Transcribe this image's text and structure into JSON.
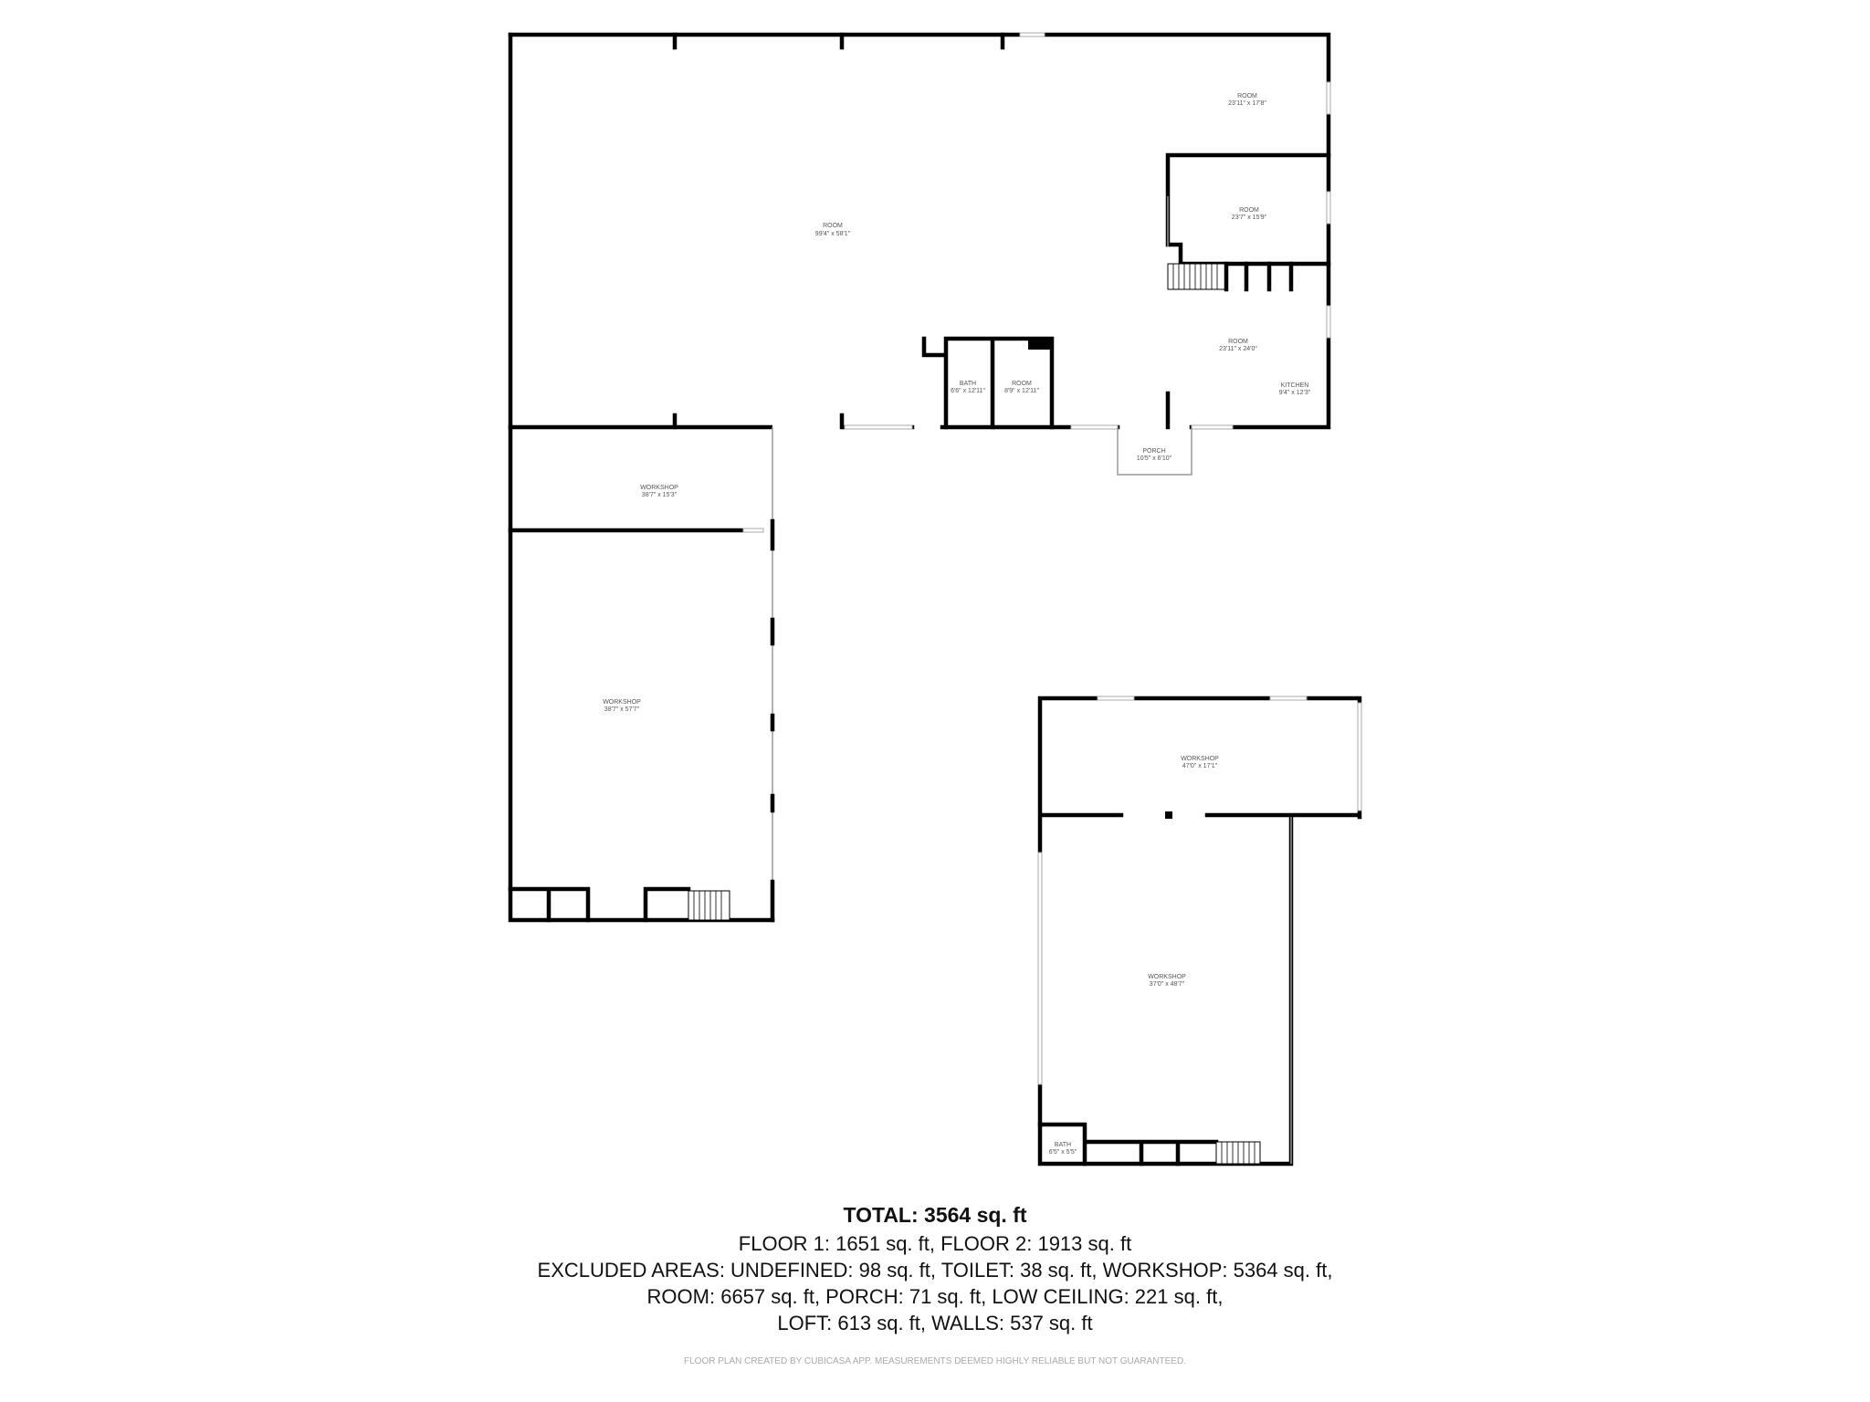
{
  "rooms": [
    {
      "name": "ROOM",
      "size": "99'4\" x 58'1\""
    },
    {
      "name": "ROOM",
      "size": "23'11\" x 17'8\""
    },
    {
      "name": "ROOM",
      "size": "23'7\" x 15'9\""
    },
    {
      "name": "ROOM",
      "size": "23'11\" x 24'0\""
    },
    {
      "name": "KITCHEN",
      "size": "9'4\" x 12'3\""
    },
    {
      "name": "BATH",
      "size": "6'6\" x 12'11\""
    },
    {
      "name": "ROOM",
      "size": "8'9\" x 12'11\""
    },
    {
      "name": "PORCH",
      "size": "10'5\" x 6'10\""
    },
    {
      "name": "WORKSHOP",
      "size": "38'7\" x 15'3\""
    },
    {
      "name": "WORKSHOP",
      "size": "38'7\" x 57'7\""
    },
    {
      "name": "WORKSHOP",
      "size": "47'0\" x 17'1\""
    },
    {
      "name": "WORKSHOP",
      "size": "37'0\" x 48'7\""
    },
    {
      "name": "BATH",
      "size": "6'5\" x 5'5\""
    }
  ],
  "summary": {
    "total": "TOTAL: 3564 sq. ft",
    "floors": "FLOOR 1: 1651 sq. ft, FLOOR 2: 1913 sq. ft",
    "excluded_1": "EXCLUDED AREAS: UNDEFINED: 98 sq. ft, TOILET: 38 sq. ft, WORKSHOP: 5364 sq. ft,",
    "excluded_2": "ROOM: 6657 sq. ft, PORCH: 71 sq. ft, LOW CEILING: 221 sq. ft,",
    "excluded_3": "LOFT: 613 sq. ft, WALLS: 537 sq. ft",
    "footnote": "FLOOR PLAN CREATED BY CUBICASA APP. MEASUREMENTS DEEMED HIGHLY RELIABLE BUT NOT GUARANTEED."
  }
}
